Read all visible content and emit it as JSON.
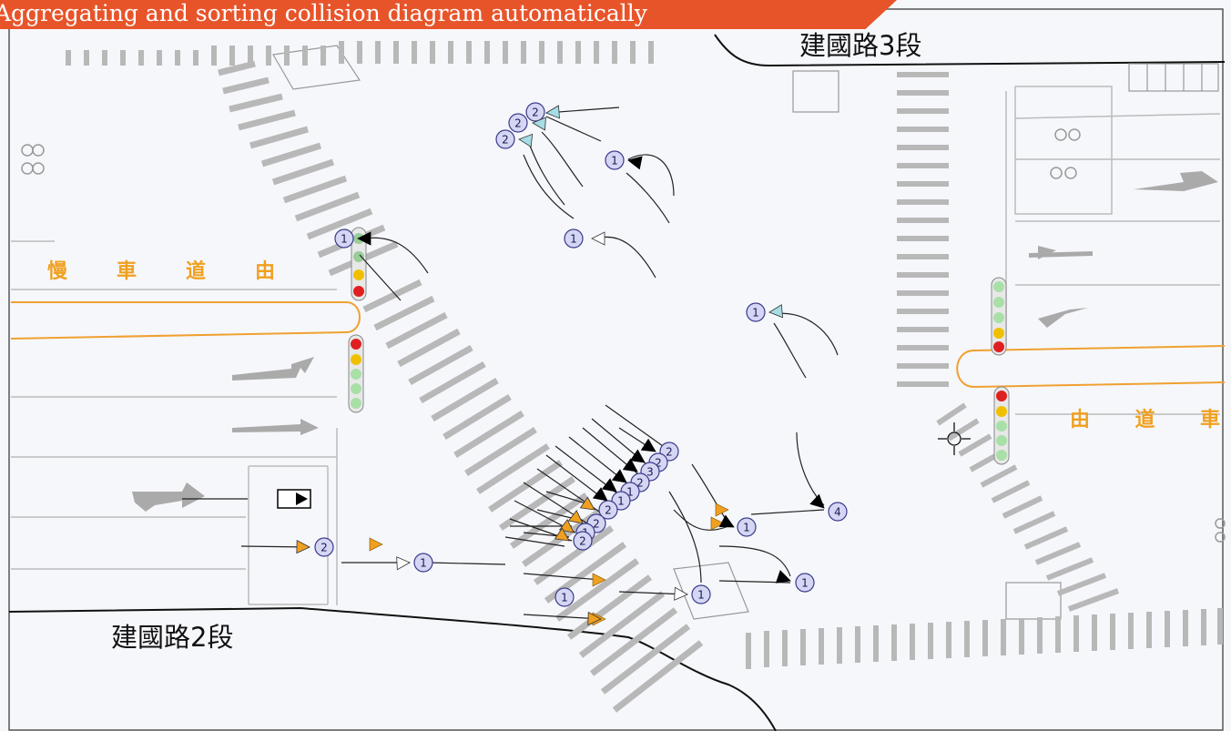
{
  "banner": {
    "title": "Aggregating and sorting collision diagram automatically"
  },
  "roads": {
    "north_label": "建國路3段",
    "south_label": "建國路2段"
  },
  "lane_markings": {
    "west": "慢 車 道 由",
    "east": "由 道 車"
  },
  "colors": {
    "banner": "#e8542a",
    "marker_fill": "#d4d6f4",
    "marker_stroke": "#3a3a8a",
    "arrow_black": "#000000",
    "arrow_orange": "#f0a020",
    "arrow_cyan": "#a6dde4",
    "arrow_white": "#ffffff",
    "crosswalk": "#b8b8b8",
    "median": "#f0a030",
    "signal_red": "#e02020",
    "signal_yellow": "#f0c000",
    "signal_green": "#a8e0a8"
  },
  "collision_markers": [
    {
      "id": "m1",
      "count": "2",
      "arrow": "cyan"
    },
    {
      "id": "m2",
      "count": "2",
      "arrow": "cyan"
    },
    {
      "id": "m3",
      "count": "2",
      "arrow": "cyan"
    },
    {
      "id": "m4",
      "count": "1",
      "arrow": "black"
    },
    {
      "id": "m5",
      "count": "1",
      "arrow": "white"
    },
    {
      "id": "m6",
      "count": "1",
      "arrow": "black"
    },
    {
      "id": "m7",
      "count": "1",
      "arrow": "cyan"
    },
    {
      "id": "m8",
      "count": "2",
      "arrow": "black"
    },
    {
      "id": "m9",
      "count": "2",
      "arrow": "black"
    },
    {
      "id": "m10",
      "count": "3",
      "arrow": "black"
    },
    {
      "id": "m11",
      "count": "2",
      "arrow": "black"
    },
    {
      "id": "m12",
      "count": "1",
      "arrow": "black"
    },
    {
      "id": "m13",
      "count": "1",
      "arrow": "black"
    },
    {
      "id": "m14",
      "count": "2",
      "arrow": "orange"
    },
    {
      "id": "m15",
      "count": "2",
      "arrow": "orange"
    },
    {
      "id": "m16",
      "count": "1",
      "arrow": "orange"
    },
    {
      "id": "m17",
      "count": "2",
      "arrow": "orange"
    },
    {
      "id": "m18",
      "count": "4",
      "arrow": "black"
    },
    {
      "id": "m19",
      "count": "1",
      "arrow": "black"
    },
    {
      "id": "m20",
      "count": "1",
      "arrow": "white"
    },
    {
      "id": "m21",
      "count": "1",
      "arrow": "black"
    },
    {
      "id": "m22",
      "count": "2",
      "arrow": "orange"
    },
    {
      "id": "m23",
      "count": "1",
      "arrow": "white"
    },
    {
      "id": "m24",
      "count": "1",
      "arrow": "orange"
    }
  ]
}
